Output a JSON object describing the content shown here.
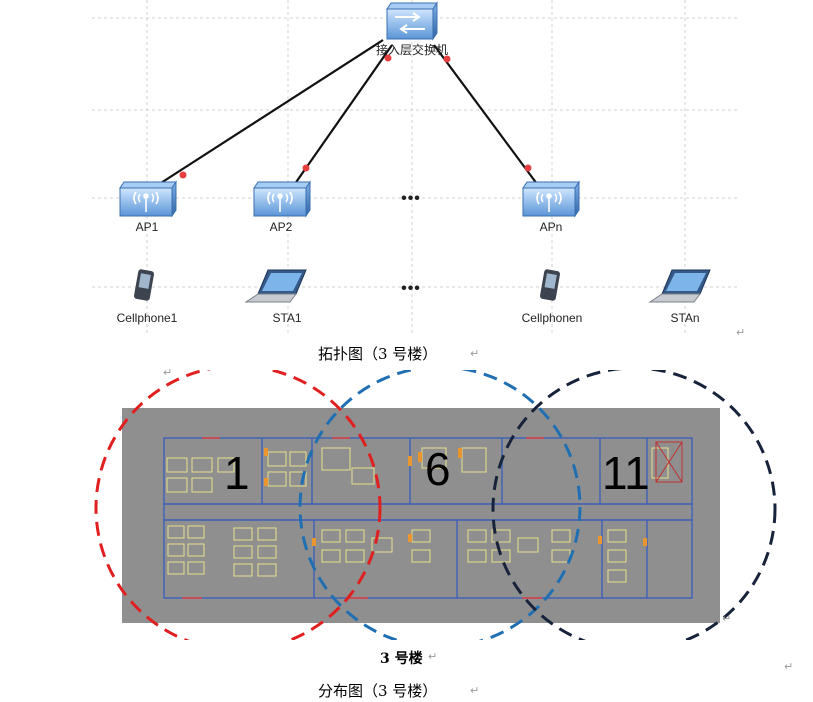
{
  "topology": {
    "switch": {
      "label": "接入层交换机"
    },
    "aps": [
      {
        "label": "AP1"
      },
      {
        "label": "AP2"
      },
      {
        "label": "APn"
      }
    ],
    "ellipsis": "•••",
    "clients": [
      {
        "label": "Cellphone1",
        "icon": "smartphone-icon"
      },
      {
        "label": "STA1",
        "icon": "laptop-icon"
      },
      {
        "label": "Cellphonen",
        "icon": "smartphone-icon"
      },
      {
        "label": "STAn",
        "icon": "laptop-icon"
      }
    ]
  },
  "captions": {
    "topology": "拓扑图（3 号楼）",
    "building": "3 号楼",
    "distribution": "分布图（3 号楼）"
  },
  "distribution": {
    "channels": [
      {
        "label": "1",
        "color": "#e02020"
      },
      {
        "label": "6",
        "color": "#1f6fb2"
      },
      {
        "label": "11",
        "color": "#17233b"
      }
    ]
  },
  "para_mark": "↵"
}
